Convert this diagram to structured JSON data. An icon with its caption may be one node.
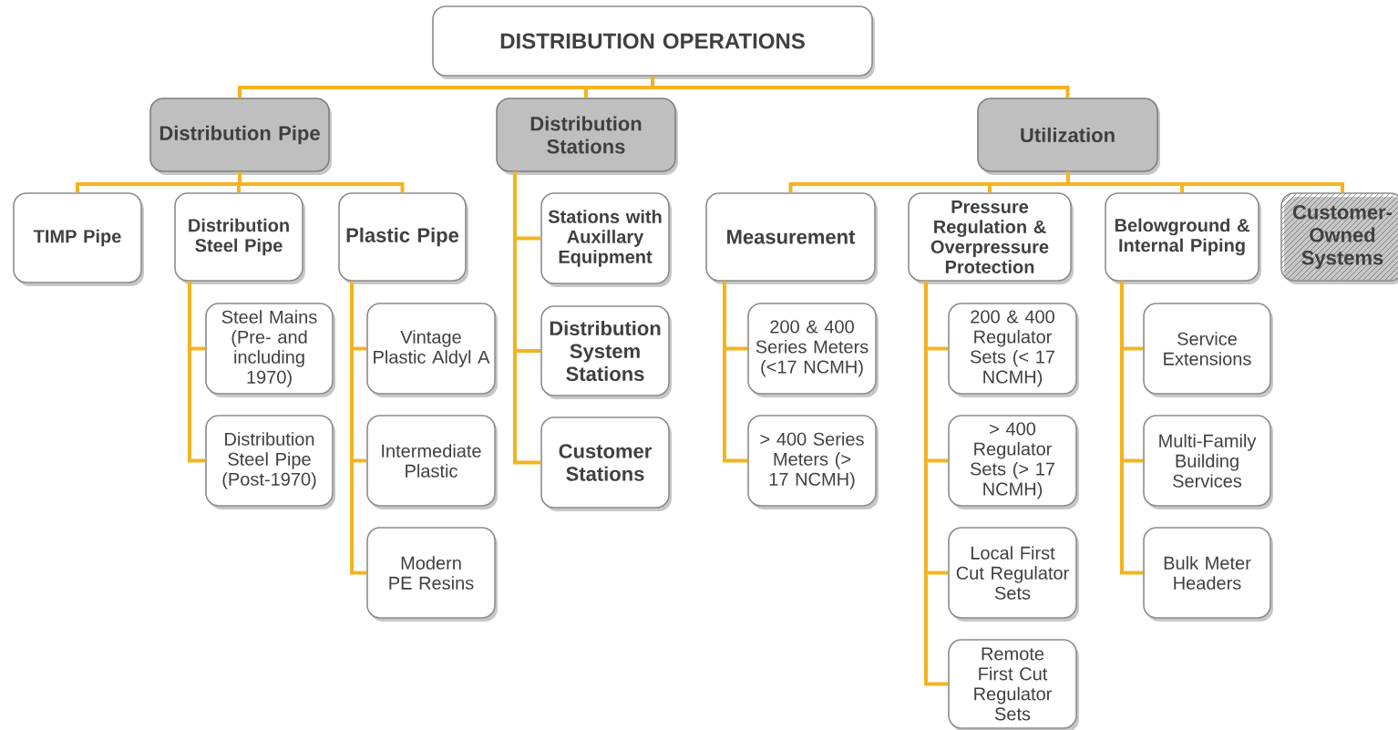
{
  "diagram": {
    "nodes": [
      {
        "text": [
          "DISTRIBUTION OPERATIONS"
        ]
      },
      {
        "text": [
          "Distribution Pipe"
        ]
      },
      {
        "text": [
          "Distribution Stations"
        ]
      },
      {
        "text": [
          "Utilization"
        ]
      },
      {
        "text": [
          "TIMP Pipe"
        ]
      },
      {
        "text": [
          "Distribution Steel Pipe"
        ]
      },
      {
        "text": [
          "Plastic Pipe"
        ]
      },
      {
        "text": [
          "Steel Mains (Pre- and including 1970)"
        ]
      },
      {
        "text": [
          "Distribution Steel Pipe (Post-1970)"
        ]
      },
      {
        "text": [
          "Vintage Plastic Aldyl A"
        ]
      },
      {
        "text": [
          "Intermediate Plastic"
        ]
      },
      {
        "text": [
          "Modern PE Resins"
        ]
      },
      {
        "text": [
          "Stations with Auxillary Equipment"
        ]
      },
      {
        "text": [
          "Distribution System Stations"
        ]
      },
      {
        "text": [
          "Customer Stations"
        ]
      },
      {
        "text": [
          "Measurement"
        ]
      },
      {
        "text": [
          "Pressure Regulation & Overpressure Protection"
        ]
      },
      {
        "text": [
          "Belowground & Internal Piping"
        ]
      },
      {
        "text": [
          "Customer-Owned Systems"
        ]
      },
      {
        "text": [
          "200 & 400 Series Meters (<17 NCMH)"
        ]
      },
      {
        "text": [
          "> 400 Series Meters (> 17 NCMH)"
        ]
      },
      {
        "text": [
          "200 & 400 Regulator Sets (< 17 NCMH)"
        ]
      },
      {
        "text": [
          "> 400 Regulator Sets (> 17 NCMH)"
        ]
      },
      {
        "text": [
          "Local First Cut Regulator Sets"
        ]
      },
      {
        "text": [
          "Remote First Cut Regulator Sets"
        ]
      },
      {
        "text": [
          "Service Extensions"
        ]
      },
      {
        "text": [
          "Multi-Family Building Services"
        ]
      },
      {
        "text": [
          "Bulk Meter Headers"
        ]
      }
    ],
    "edges": [
      {
        "from": 0,
        "to": 1,
        "arrow": "none"
      },
      {
        "from": 0,
        "to": 2,
        "arrow": "none"
      },
      {
        "from": 0,
        "to": 3,
        "arrow": "none"
      },
      {
        "from": 1,
        "to": 4,
        "arrow": "none"
      },
      {
        "from": 1,
        "to": 5,
        "arrow": "none"
      },
      {
        "from": 1,
        "to": 6,
        "arrow": "none"
      },
      {
        "from": 5,
        "to": 7,
        "arrow": "none"
      },
      {
        "from": 5,
        "to": 8,
        "arrow": "none"
      },
      {
        "from": 6,
        "to": 9,
        "arrow": "none"
      },
      {
        "from": 6,
        "to": 10,
        "arrow": "none"
      },
      {
        "from": 6,
        "to": 11,
        "arrow": "none"
      },
      {
        "from": 2,
        "to": 12,
        "arrow": "none"
      },
      {
        "from": 2,
        "to": 13,
        "arrow": "none"
      },
      {
        "from": 2,
        "to": 14,
        "arrow": "none"
      },
      {
        "from": 3,
        "to": 15,
        "arrow": "none"
      },
      {
        "from": 3,
        "to": 16,
        "arrow": "none"
      },
      {
        "from": 3,
        "to": 17,
        "arrow": "none"
      },
      {
        "from": 3,
        "to": 18,
        "arrow": "none"
      },
      {
        "from": 15,
        "to": 19,
        "arrow": "none"
      },
      {
        "from": 15,
        "to": 20,
        "arrow": "none"
      },
      {
        "from": 16,
        "to": 21,
        "arrow": "none"
      },
      {
        "from": 16,
        "to": 22,
        "arrow": "none"
      },
      {
        "from": 16,
        "to": 23,
        "arrow": "none"
      },
      {
        "from": 16,
        "to": 24,
        "arrow": "none"
      },
      {
        "from": 17,
        "to": 25,
        "arrow": "none"
      },
      {
        "from": 17,
        "to": 26,
        "arrow": "none"
      },
      {
        "from": 17,
        "to": 27,
        "arrow": "none"
      }
    ]
  }
}
